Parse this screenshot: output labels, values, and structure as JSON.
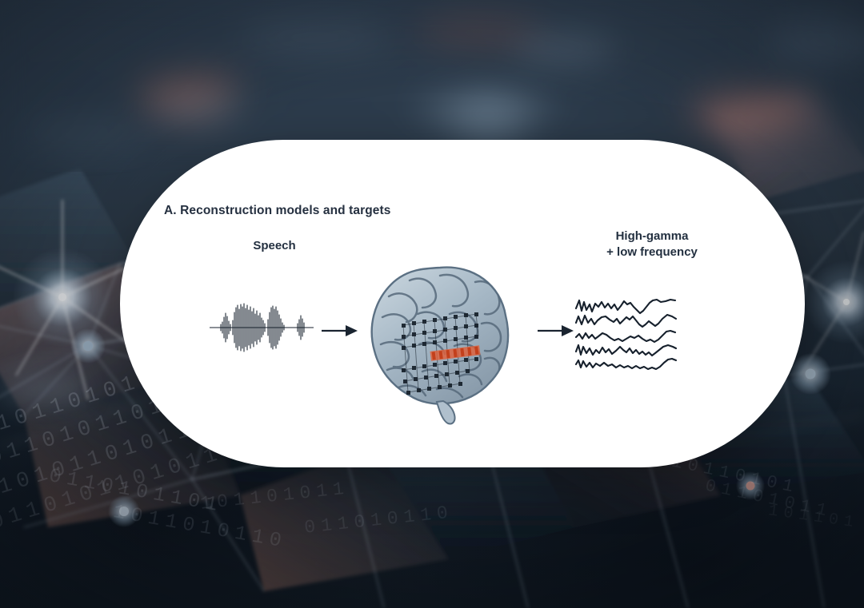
{
  "figure": {
    "panel_title": "A. Reconstruction models and targets",
    "left_label": "Speech",
    "right_label_line1": "High-gamma",
    "right_label_line2": "+ low frequency",
    "icons": {
      "speech_waveform": "audio-waveform-icon",
      "brain": "brain-with-electrode-grid-icon",
      "neural_traces": "neural-signal-traces-icon",
      "arrow": "right-arrow-icon"
    },
    "colors": {
      "text": "#253040",
      "waveform": "#141f2b",
      "brain_fill": "#9fb2bf",
      "brain_stroke": "#53687a",
      "electrode_grid": "#1b2630",
      "highlight_strip": "#e0603a",
      "arrow": "#1a2430",
      "card_background": "#ffffff"
    },
    "trace_count": 5,
    "electrode_grid_cols": 8,
    "electrode_grid_rows": 8
  },
  "background": {
    "type": "abstract-network-mesh",
    "base_color": "#26323f",
    "accent_color": "#c8755f",
    "node_color": "#d9e6f2",
    "binary_text": "10110101",
    "description": "blurred dark blue polygonal network with glowing nodes and binary digits"
  }
}
